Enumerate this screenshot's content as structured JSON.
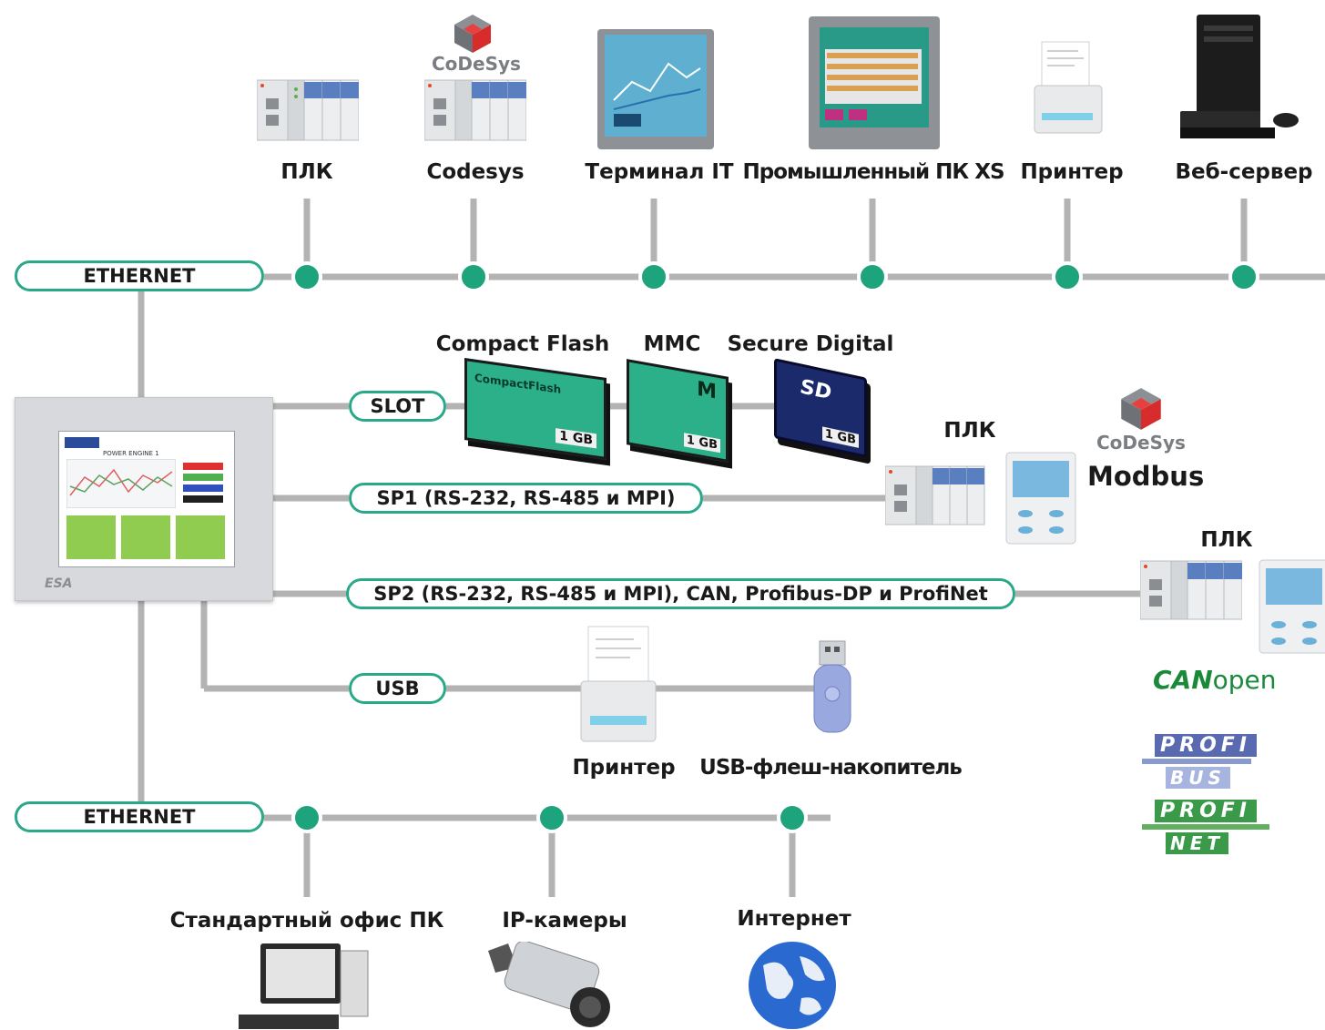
{
  "top_devices": [
    {
      "label": "ПЛК"
    },
    {
      "label": "Codesys"
    },
    {
      "label": "Терминал IT"
    },
    {
      "label": "Промышленный ПК XS"
    },
    {
      "label": "Принтер"
    },
    {
      "label": "Веб-сервер"
    }
  ],
  "buses": {
    "ethernet_top": "ETHERNET",
    "slot": "SLOT",
    "sp1": "SP1 (RS-232, RS-485 и MPI)",
    "sp2": "SP2 (RS-232, RS-485 и MPI), CAN, Profibus-DP и ProfiNet",
    "usb": "USB",
    "ethernet_bottom": "ETHERNET"
  },
  "slot_devices": [
    {
      "label": "Compact Flash",
      "card_text": "CompactFlash",
      "size": "1 GB"
    },
    {
      "label": "MMC",
      "card_text": "M",
      "size": "1 GB"
    },
    {
      "label": "Secure Digital",
      "card_text": "SD",
      "size": "1 GB"
    }
  ],
  "sp1_devices": {
    "plc_label": "ПЛК",
    "codesys_logo": "CoDeSys",
    "modbus_logo": "Modbus"
  },
  "sp2_devices": {
    "plc_label": "ПЛК",
    "canopen_logo_a": "CAN",
    "canopen_logo_b": "open",
    "profibus_logo_a": "PROFI",
    "profibus_logo_b": "BUS",
    "profinet_logo_a": "PROFI",
    "profinet_logo_b": "NET"
  },
  "usb_devices": [
    {
      "label": "Принтер"
    },
    {
      "label": "USB-флеш-накопитель"
    }
  ],
  "bottom_devices": [
    {
      "label": "Стандартный офис ПК"
    },
    {
      "label": "IP-камеры"
    },
    {
      "label": "Интернет"
    }
  ],
  "codesys_logo_top": "CoDeSys",
  "terminal": {
    "brand": "ESA",
    "screen_title": "POWER ENGINE 1"
  },
  "colors": {
    "bus_line": "#b3b3b3",
    "node": "#1ea47c",
    "pill_border": "#2aa88a",
    "codesys_red": "#d82b2b"
  }
}
